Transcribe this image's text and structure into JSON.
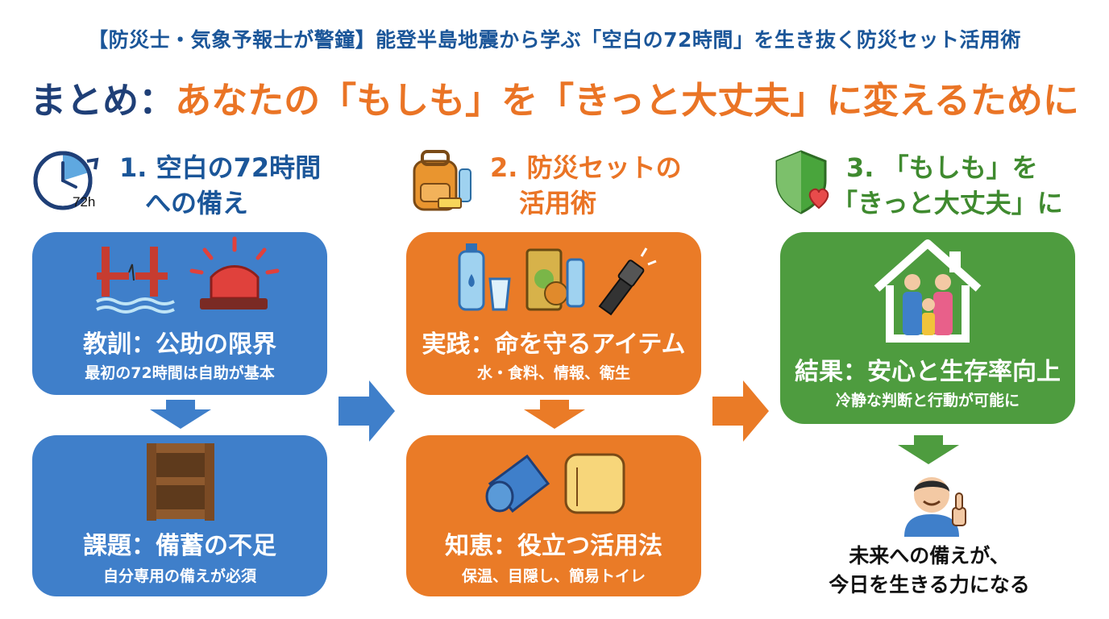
{
  "header": {
    "title": "【防災士・気象予報士が警鐘】能登半島地震から学ぶ「空白の72時間」を生き抜く防災セット活用術"
  },
  "summary": {
    "label": "まとめ：",
    "text": "あなたの「もしも」を「きっと大丈夫」に変えるために"
  },
  "columns": [
    {
      "heading": [
        "1. 空白の72時間",
        "への備え"
      ],
      "icon_label": "72h",
      "color": "#1b5699",
      "cards": [
        {
          "title": "教訓：公助の限界",
          "sub": "最初の72時間は自助が基本"
        },
        {
          "title": "課題：備蓄の不足",
          "sub": "自分専用の備えが必須"
        }
      ]
    },
    {
      "heading": [
        "2. 防災セットの",
        "活用術"
      ],
      "color": "#ea7425",
      "cards": [
        {
          "title": "実践：命を守るアイテム",
          "sub": "水・食料、情報、衛生"
        },
        {
          "title": "知恵：役立つ活用法",
          "sub": "保温、目隠し、簡易トイレ"
        }
      ]
    },
    {
      "heading": [
        "3. 「もしも」を",
        "「きっと大丈夫」に"
      ],
      "color": "#3f8a2f",
      "cards": [
        {
          "title": "結果：安心と生存率向上",
          "sub": "冷静な判断と行動が可能に"
        }
      ]
    }
  ],
  "closing": [
    "未来への備えが、",
    "今日を生きる力になる"
  ],
  "colors": {
    "blue": "#3f7fca",
    "orange": "#ea7b27",
    "green": "#4e9c3f",
    "navy": "#1f3f77"
  }
}
